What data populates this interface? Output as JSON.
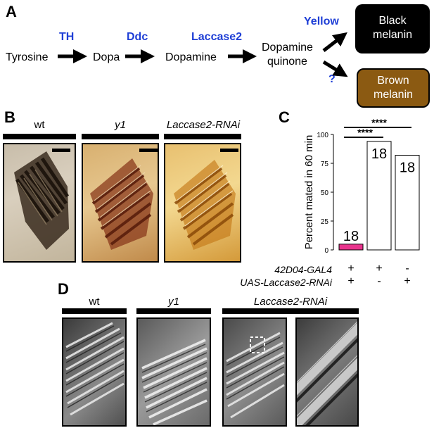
{
  "panels": {
    "a": "A",
    "b": "B",
    "c": "C",
    "d": "D"
  },
  "pathway": {
    "tyrosine": "Tyrosine",
    "dopa": "Dopa",
    "dopamine": "Dopamine",
    "quinone_line1": "Dopamine",
    "quinone_line2": "quinone",
    "enzyme_th": "TH",
    "enzyme_ddc": "Ddc",
    "enzyme_laccase2": "Laccase2",
    "enzyme_yellow": "Yellow",
    "unknown": "?",
    "black_line1": "Black",
    "black_line2": "melanin",
    "brown_line1": "Brown",
    "brown_line2": "melanin",
    "enzyme_color": "#1f3fd6",
    "brown_color": "#8b5a12"
  },
  "panel_b": {
    "labels": [
      "wt",
      "y1",
      "Laccase2-RNAi"
    ]
  },
  "chart_data": {
    "type": "bar",
    "ylabel": "Percent mated in 60 min",
    "yticks": [
      "0",
      "25",
      "50",
      "75",
      "100"
    ],
    "ylim": [
      0,
      100
    ],
    "values": [
      5,
      94,
      82
    ],
    "bar_labels": [
      "18",
      "18",
      "18"
    ],
    "colors": [
      "#e8338c",
      "#ffffff",
      "#ffffff"
    ],
    "significance": [
      "****",
      "****"
    ],
    "genotype_rows": [
      {
        "name": "42D04-GAL4",
        "signs": [
          "+",
          "+",
          "-"
        ]
      },
      {
        "name": "UAS-Laccase2-RNAi",
        "signs": [
          "+",
          "-",
          "+"
        ]
      }
    ]
  },
  "panel_d": {
    "labels": [
      "wt",
      "y1",
      "Laccase2-RNAi"
    ]
  }
}
